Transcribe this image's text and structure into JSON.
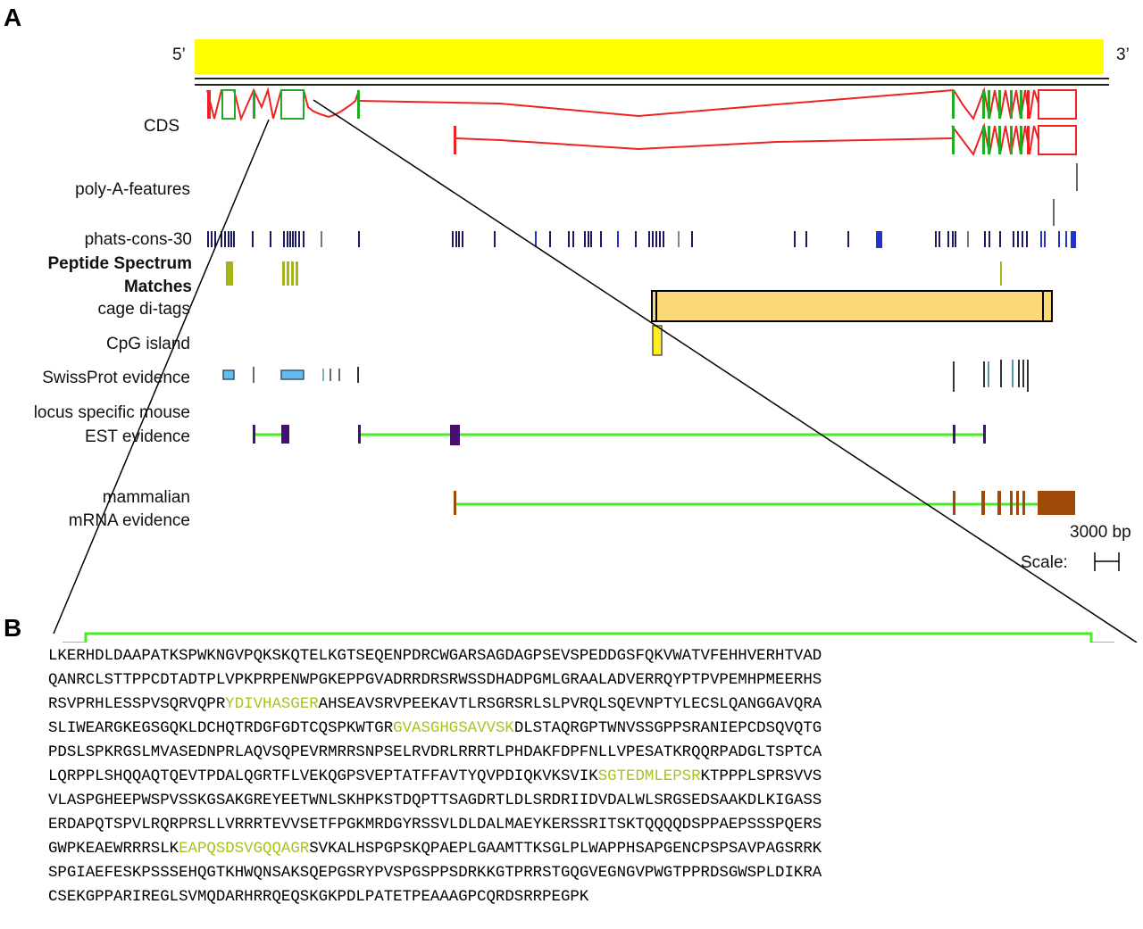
{
  "panel_a_label": "A",
  "panel_b_label": "B",
  "five_prime_label": "5’",
  "three_prime_label": "3’",
  "tracks": {
    "cds": "CDS",
    "poly_a": "poly-A-features",
    "phats_cons": "phats-cons-30",
    "peptide_line1": "Peptide Spectrum",
    "peptide_line2": "Matches",
    "cage": "cage di-tags",
    "cpg": "CpG island",
    "swissprot": "SwissProt evidence",
    "mouse_est_line1": "locus specific mouse",
    "mouse_est_line2": "EST evidence",
    "mrna_line1": "mammalian",
    "mrna_line2": "mRNA evidence"
  },
  "scale_value": "3000 bp",
  "scale_label": "Scale:",
  "colors": {
    "genome_bar": "#ffff00",
    "cds_line": "#ee2222",
    "cds_exon": "#22aa22",
    "cons_dark": "#1a1a5e",
    "cons_blue": "#2233cc",
    "peptide": "#a6b41a",
    "cage_fill": "#fbd978",
    "cpg_fill": "#ffee22",
    "swissprot_fill": "#66bbee",
    "est_line": "#44ee22",
    "est_exon": "#44116e",
    "mrna_exon": "#a04a0a",
    "peptide_seq": "#a6c41f"
  },
  "sequence_lines": [
    [
      {
        "t": "LKERHDLDAAPATKSPWKNGVPQKSKQTELKGTSEQENPDRCWGARSAGDAGPSEVSPEDDGSFQKVWATVFEHHVERHTVAD",
        "pep": false
      }
    ],
    [
      {
        "t": "QANRCLSTTPPCDTADTPLVPKPRPENWPGKEPPGVADRRDRSRWSSDHADPGMLGRAALADVERRQYPTPVPEMHPMEERHS",
        "pep": false
      }
    ],
    [
      {
        "t": "RSVPRHLESSPVSQRVQPR",
        "pep": false
      },
      {
        "t": "YDIVHASGER",
        "pep": true
      },
      {
        "t": "AHSEAVSRVPEEKAVTLRSGRSRLSLPVRQLSQEVNPTYLECSLQANGGAVQRA",
        "pep": false
      }
    ],
    [
      {
        "t": "SLIWEARGKEGSGQKLDCHQTRDGFGDTCQSPKWTGR",
        "pep": false
      },
      {
        "t": "GVASGHGSAVVSK",
        "pep": true
      },
      {
        "t": "DLSTAQRGPTWNVSSGPPSRANIEPCDSQVQTG",
        "pep": false
      }
    ],
    [
      {
        "t": "PDSLSPKRGSLMVASEDNPRLAQVSQPEVRMRRSNPSELRVDRLRRRTLPHDAKFDPFNLLVPESATKRQQRPADGLTSPTCA",
        "pep": false
      }
    ],
    [
      {
        "t": "LQRPPLSHQQAQTQEVTPDALQGRTFLVEKQGPSVEPTATFFAVTYQVPDIQKVKSVIK",
        "pep": false
      },
      {
        "t": "SGTEDMLEPSR",
        "pep": true
      },
      {
        "t": "KTPPPLSPRSVVS",
        "pep": false
      }
    ],
    [
      {
        "t": "VLASPGHEEPWSPVSSKGSAKGREYEETWNLSKHPKSTDQPTTSAGDRTLDLSRDRIIDVDALWLSRGSEDSAAKDLKIGASS",
        "pep": false
      }
    ],
    [
      {
        "t": "ERDAPQTSPVLRQRPRSLLVRRRTEVVSETFPGKMRDGYRSSVLDLDALMAEYKERSSRITSKTQQQQDSPPAEPSSSPQERS",
        "pep": false
      }
    ],
    [
      {
        "t": "GWPKEAEWRRRSLK",
        "pep": false
      },
      {
        "t": "EAPQSDSVGQQAGR",
        "pep": true
      },
      {
        "t": "SVKALHSPGPSKQPAEPLGAAMTTKSGLPLWAPPHSAPGENCPSPSAVPAGSRRK",
        "pep": false
      }
    ],
    [
      {
        "t": "SPGIAEFESKPSSSEHQGTKHWQNSAKSQEPGSRYPVSPGSPPSDRKKGTPRRSTGQGVEGNGVPWGTPPRDSGWSPLDIKRA",
        "pep": false
      }
    ],
    [
      {
        "t": "CSEKGPPARIREGLSVMQDARHRRQEQSKGKPDLPATETPEAAAGPCQRDSRRPEGPK",
        "pep": false
      }
    ]
  ]
}
